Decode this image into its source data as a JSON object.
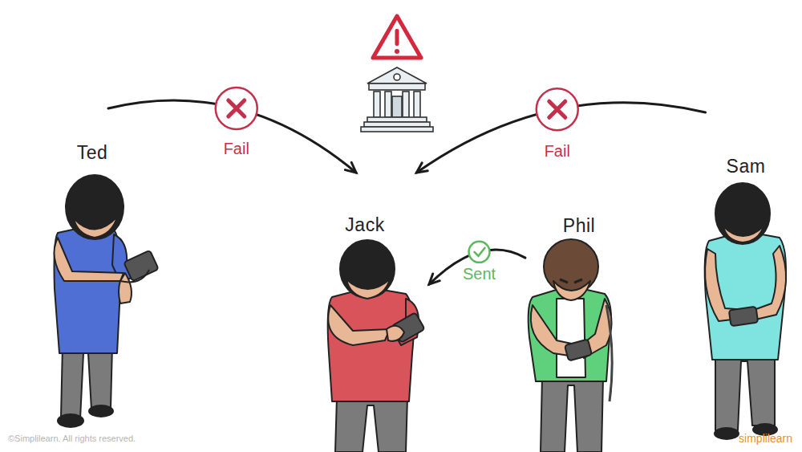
{
  "diagram": {
    "nodes": [
      {
        "text": [
          "Ted"
        ]
      },
      {
        "text": [
          "Jack"
        ]
      },
      {
        "text": [
          "Phil"
        ]
      },
      {
        "text": [
          "Sam"
        ]
      }
    ],
    "edges": [
      {
        "from": 0,
        "to": 1,
        "label": "Fail",
        "arrow": "to"
      },
      {
        "from": 3,
        "to": 1,
        "label": "Fail",
        "arrow": "to"
      },
      {
        "from": 2,
        "to": 1,
        "label": "Sent",
        "arrow": "to"
      }
    ],
    "labels": [
      "©Simplilearn. All rights reserved.",
      "simplilearn"
    ]
  }
}
